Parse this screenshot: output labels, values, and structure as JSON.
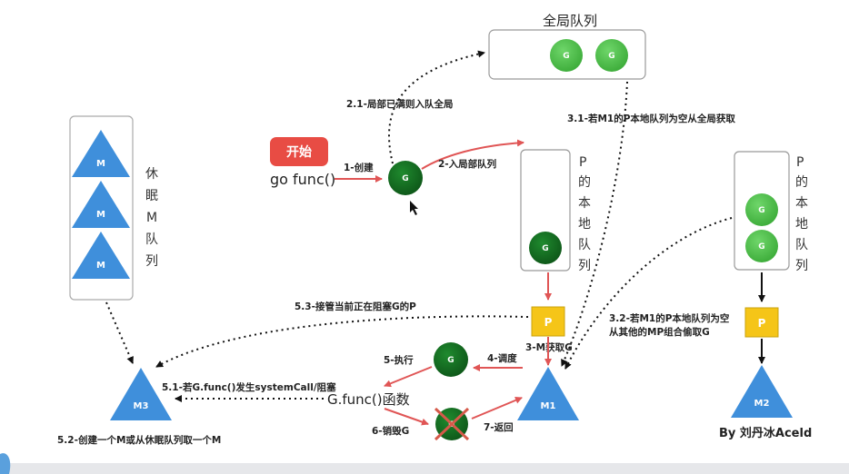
{
  "diagram": {
    "global_queue_title": "全局队列",
    "start_button": "开始",
    "go_func": "go func()",
    "g_label": "G",
    "m_label": "M",
    "p_label": "P",
    "m1_label": "M1",
    "m2_label": "M2",
    "m3_label": "M3",
    "sleep_queue_chars": [
      "休",
      "眠",
      "M",
      "队",
      "列"
    ],
    "local_queue_chars": [
      "P",
      "的",
      "本",
      "地",
      "队",
      "列"
    ],
    "g_func": "G.func()函数",
    "author": "By 刘丹冰Aceld",
    "steps": {
      "s1": "1-创建",
      "s2": "2-入局部队列",
      "s21": "2.1-局部已满则入队全局",
      "s31": "3.1-若M1的P本地队列为空从全局获取",
      "s32a": "3.2-若M1的P本地队列为空",
      "s32b": "从其他的MP组合偷取G",
      "s3": "3-M获取G",
      "s4": "4-调度",
      "s5": "5-执行",
      "s6": "6-销毁G",
      "s7": "7-返回",
      "s51": "5.1-若G.func()发生systemCall/阻塞",
      "s52": "5.2-创建一个M或从休眠队列取一个M",
      "s53": "5.3-接管当前正在阻塞G的P"
    }
  }
}
